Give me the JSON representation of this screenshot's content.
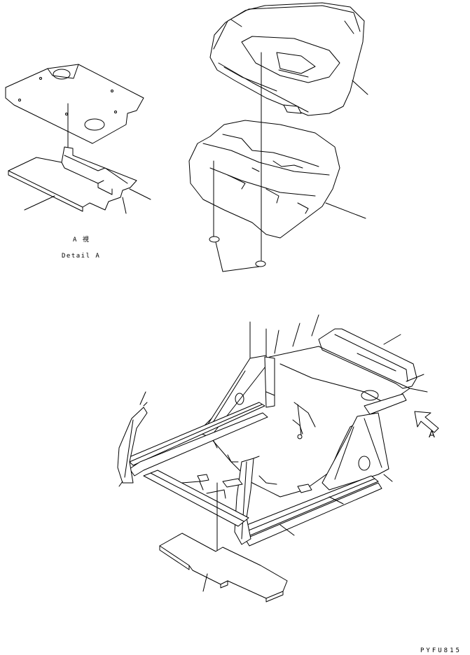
{
  "detail_a": {
    "title_symbol": "A 視",
    "caption": "Detail A"
  },
  "view_arrow": {
    "label": "A"
  },
  "drawing_code": "PYFU815"
}
